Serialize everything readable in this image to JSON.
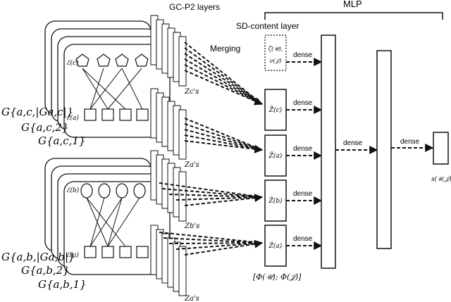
{
  "headers": {
    "gc_layers": "GC-P2 layers",
    "mlp": "MLP",
    "sd_content_layer": "SD-content layer",
    "merging": "Merging"
  },
  "graph_top": {
    "top_set": "ℰ(c)",
    "bottom_set": "ℰ(a)",
    "stack_labels": [
      "G{a,c,|Ga,c|}",
      "G{a,c,2}",
      "G{a,c,1}"
    ]
  },
  "graph_bottom": {
    "top_set": "ℰ(b)",
    "bottom_set": "ℰ(a)",
    "stack_labels": [
      "G{a,b,|Ga,b|}",
      "G{a,b,2}",
      "G{a,b,1}"
    ]
  },
  "z_labels": [
    "Zc's",
    "Za's",
    "Zb's",
    "Za's"
  ],
  "sd_content": {
    "zeta": "ζ(𝒰),",
    "nu": "ν(𝒥)",
    "boxes": [
      "Z̄(c)",
      "Z̄(a)",
      "Z̄(b)",
      "Z̄(a)"
    ],
    "bracket": "[Φ(𝒰); Φ(𝒥)]"
  },
  "dense_label": "dense",
  "output": "s(𝒰,𝒥)"
}
